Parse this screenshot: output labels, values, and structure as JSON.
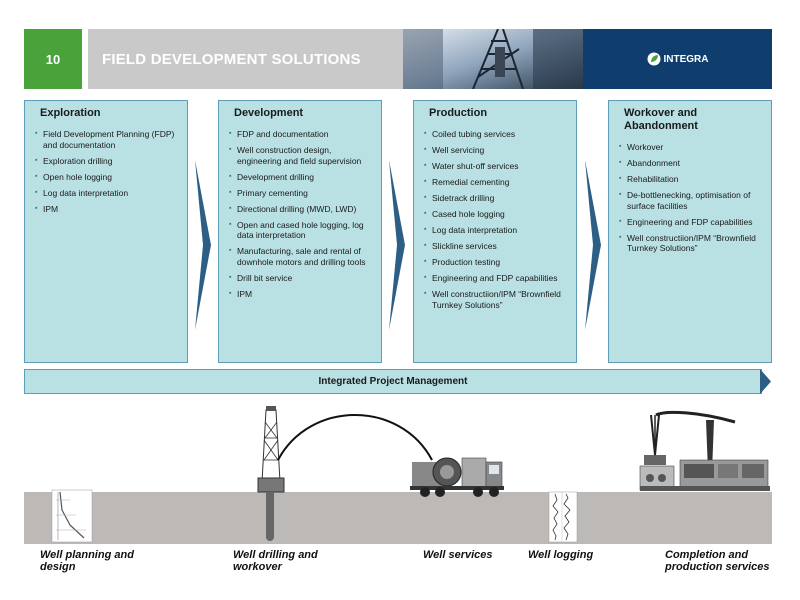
{
  "header": {
    "slide_number": "10",
    "title": "FIELD DEVELOPMENT SOLUTIONS",
    "logo_text": "INTEGRA",
    "accent_green": "#4aa33a",
    "brand_blue": "#0f3e6e"
  },
  "stages": [
    {
      "title": "Exploration",
      "items": [
        "Field Development Planning (FDP) and documentation",
        "Exploration drilling",
        "Open hole logging",
        "Log data interpretation",
        "IPM"
      ]
    },
    {
      "title": "Development",
      "items": [
        "FDP and documentation",
        "Well construction design, engineering and field supervision",
        "Development drilling",
        "Primary cementing",
        "Directional drilling (MWD, LWD)",
        "Open and cased hole logging, log data interpretation",
        "Manufacturing, sale and rental of downhole motors and drilling tools",
        "Drill bit service",
        "IPM"
      ]
    },
    {
      "title": "Production",
      "items": [
        "Coiled tubing services",
        "Well servicing",
        "Water shut-off services",
        "Remedial cementing",
        "Sidetrack drilling",
        "Cased hole logging",
        "Log data interpretation",
        "Slickline services",
        "Production testing",
        "Engineering and FDP capabilities",
        "Well constructiion/IPM “Brownfield Turnkey Solutions”"
      ]
    },
    {
      "title": "Workover and Abandonment",
      "items": [
        "Workover",
        "Abandonment",
        "Rehabilitation",
        "De-bottlenecking, optimisation of surface facilities",
        "Engineering and FDP capabilities",
        "Well constructiion/IPM “Brownfield Turnkey Solutions”"
      ]
    }
  ],
  "ipm_bar": {
    "label": "Integrated Project Management"
  },
  "footer": {
    "labels": [
      "Well planning and design",
      "Well drilling and workover",
      "Well services",
      "Well logging",
      "Completion and production services"
    ]
  }
}
